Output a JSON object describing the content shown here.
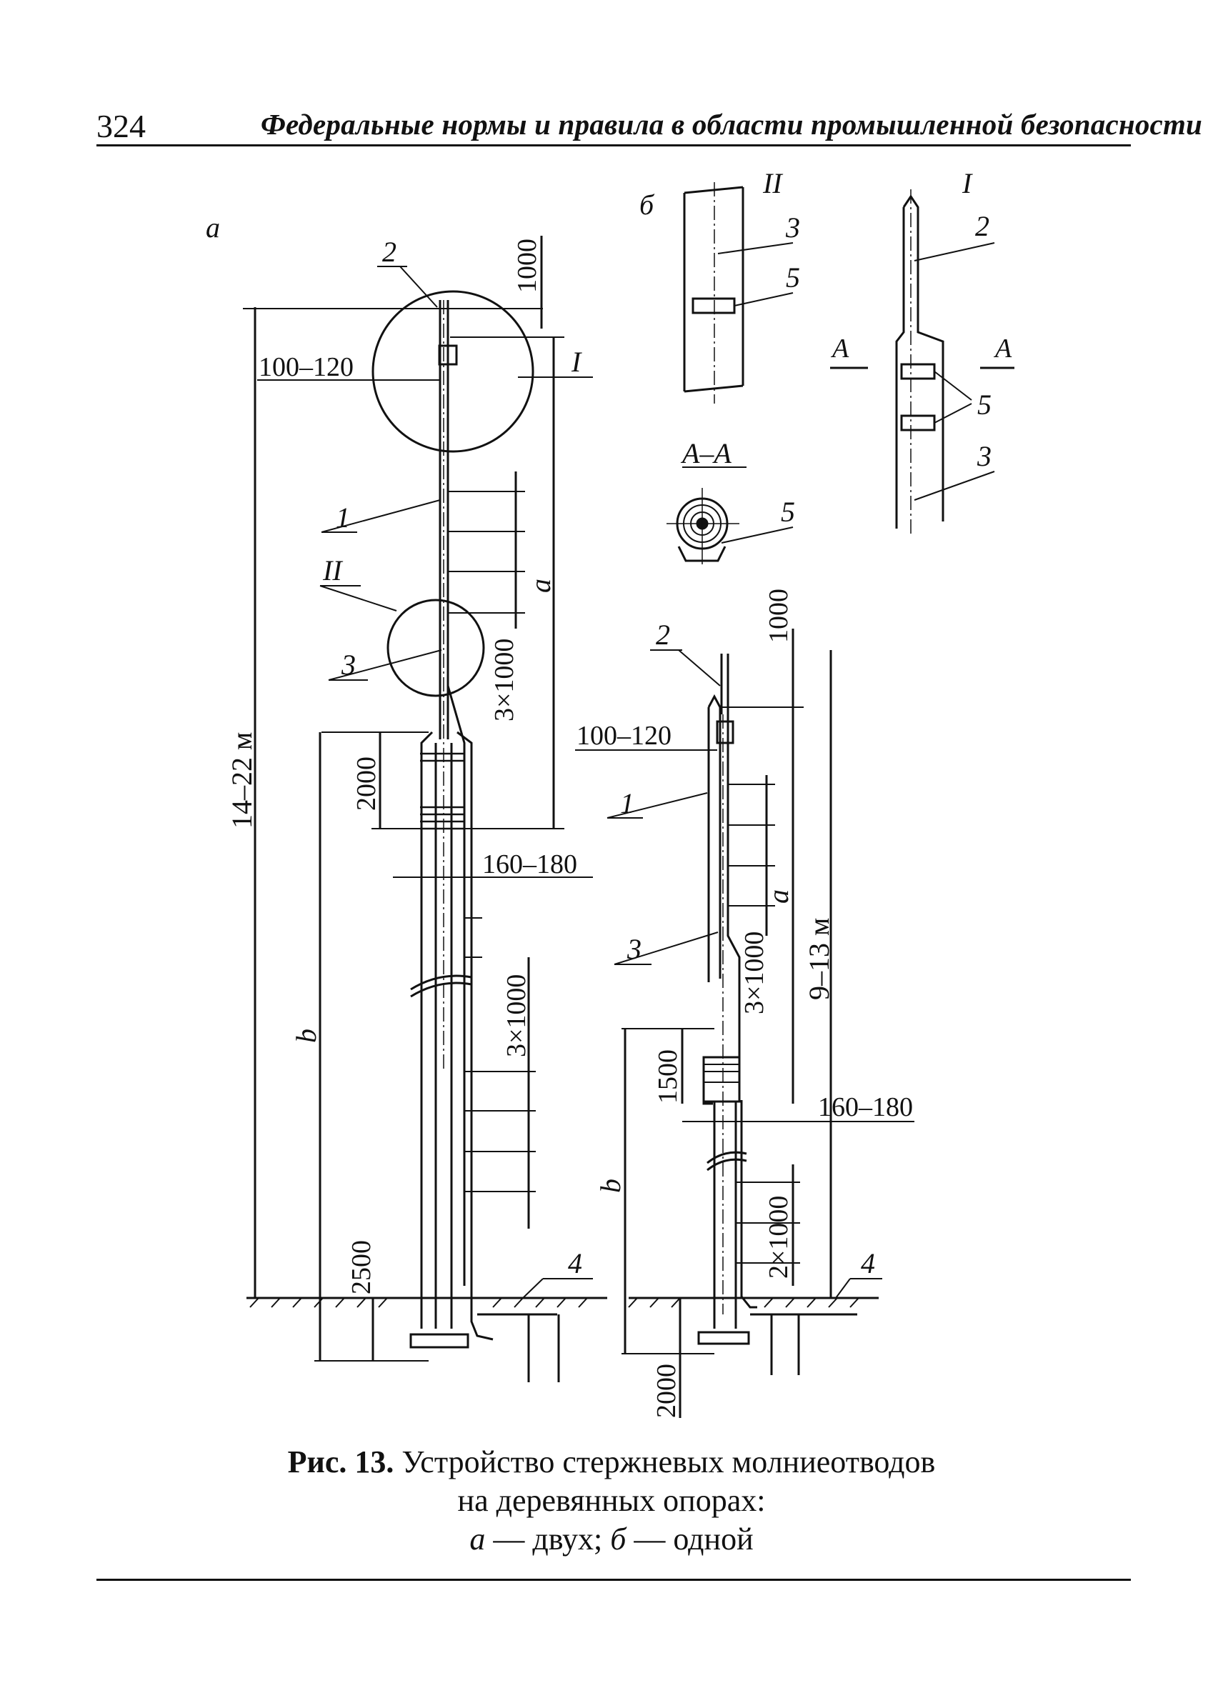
{
  "header": {
    "page_number": "324",
    "running_title": "Федеральные нормы и правила в области промышленной безопасности"
  },
  "figure": {
    "panel_a": {
      "label": "а",
      "dim_top": "1000",
      "dim_width_top": "100–120",
      "dim_total_height": "14–22 м",
      "dim_a": "a",
      "dim_b": "b",
      "dim_overlap": "2000",
      "dim_width_bottom": "160–180",
      "dim_spacing_upper": "3×1000",
      "dim_spacing_lower": "3×1000",
      "dim_depth": "2500",
      "callout_detail_1": "I",
      "callout_detail_2": "II",
      "part_1": "1",
      "part_2": "2",
      "part_3": "3",
      "part_4": "4"
    },
    "panel_b": {
      "label": "б",
      "detail_II_label": "II",
      "detail_I_label": "I",
      "section_label": "А–А",
      "section_mark_left": "А",
      "section_mark_right": "А",
      "dim_top": "1000",
      "dim_width_top": "100–120",
      "dim_total_height": "9–13 м",
      "dim_a": "a",
      "dim_b": "b",
      "dim_overlap": "1500",
      "dim_width_bottom": "160–180",
      "dim_spacing_upper": "3×1000",
      "dim_spacing_lower": "2×1000",
      "dim_depth": "2000",
      "part_1": "1",
      "part_2": "2",
      "part_3": "3",
      "part_4": "4",
      "part_5": "5"
    }
  },
  "caption": {
    "fig_label": "Рис. 13.",
    "title_line1": "Устройство стержневых молниеотводов",
    "title_line2": "на деревянных опорах:",
    "legend_a_key": "а",
    "legend_a_text": " — двух; ",
    "legend_b_key": "б",
    "legend_b_text": " — одной"
  }
}
